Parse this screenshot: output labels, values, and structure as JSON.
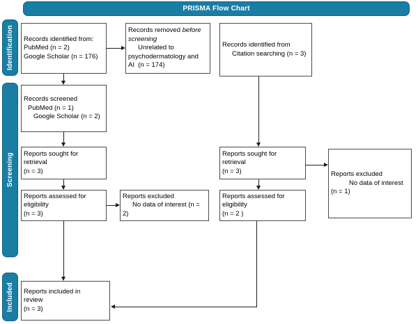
{
  "header": {
    "title": "PRISMA Flow Chart",
    "accent_color": "#1a7da4"
  },
  "stages": [
    {
      "label": "Identification"
    },
    {
      "label": "Screening"
    },
    {
      "label": "Included"
    }
  ],
  "boxes": {
    "identified_databases": {
      "line1": "Records identified from:",
      "line2": "PubMed (n = 2)",
      "line3": "Google Scholar (n = 176)"
    },
    "records_removed": {
      "line1a": "Records removed ",
      "line1b": "before",
      "line2": "screening",
      "line3": "Unrelated to",
      "line4": "psychodermatology and",
      "line5": "AI  (n = 174)"
    },
    "identified_citation": {
      "line1": "Records identified from",
      "line2": "Citation searching (n = 3)"
    },
    "records_screened": {
      "line1": "Records screened",
      "line2": "PubMed (n = 1)",
      "line3": "Google Scholar (n = 2)"
    },
    "reports_sought_left": {
      "line1": "Reports sought for",
      "line2": "retrieval",
      "line3": "(n = 3)"
    },
    "reports_sought_right": {
      "line1": "Reports sought for",
      "line2": "retrieval",
      "line3": "(n = 3)"
    },
    "reports_excluded_right": {
      "line1": "Reports excluded",
      "line2": "No data of interest",
      "line3": "(n = 1)"
    },
    "reports_assessed_left": {
      "line1": "Reports assessed for",
      "line2": "eligibility",
      "line3": "(n = 3)"
    },
    "reports_excluded_left": {
      "line1": "Reports excluded",
      "line2": "No data of interest (n =",
      "line3": "2)"
    },
    "reports_assessed_right": {
      "line1": "Reports assessed for",
      "line2": "eligibility",
      "line3": "(n = 2 )"
    },
    "reports_included": {
      "line1": "Reports included in",
      "line2": "review",
      "line3": "(n = 3)"
    }
  }
}
